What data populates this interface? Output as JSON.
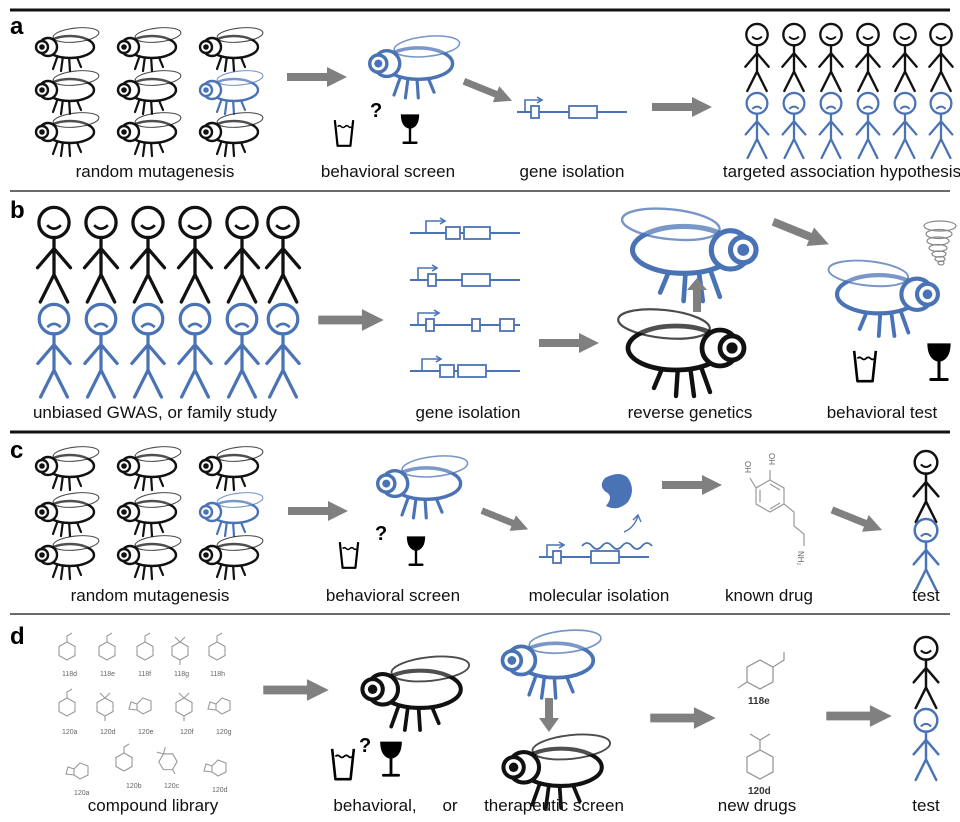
{
  "colors": {
    "black": "#111111",
    "blue": "#4a73b5",
    "arrow": "#808080",
    "chem": "#999999"
  },
  "panels": {
    "a": {
      "letter": "a",
      "labels": [
        "random mutagenesis",
        "behavioral screen",
        "gene isolation",
        "targeted association hypothesis"
      ],
      "question": "?"
    },
    "b": {
      "letter": "b",
      "labels": [
        "unbiased GWAS, or family study",
        "gene isolation",
        "reverse genetics",
        "behavioral test"
      ]
    },
    "c": {
      "letter": "c",
      "labels": [
        "random mutagenesis",
        "behavioral screen",
        "molecular isolation",
        "known drug",
        "test"
      ],
      "question": "?",
      "drug_atoms": {
        "oh1": "HO",
        "oh2": "HO",
        "nh2": "NH₂"
      }
    },
    "d": {
      "letter": "d",
      "labels": [
        "compound library",
        "behavioral,",
        "or",
        "therapeutic screen",
        "new drugs",
        "test"
      ],
      "question": "?",
      "compound_codes": [
        "118d",
        "118e",
        "118f",
        "118g",
        "118h",
        "120a",
        "120d",
        "120e",
        "120f",
        "120g",
        "120a",
        "120b",
        "120c",
        "120d"
      ],
      "drug_codes": [
        "118e",
        "120d"
      ]
    }
  },
  "icons": [
    "fly-icon",
    "stick-figure-icon",
    "gene-construct-icon",
    "glass-water-icon",
    "wine-glass-icon",
    "tornado-icon",
    "protein-icon",
    "molecule-icon",
    "arrow-icon"
  ]
}
